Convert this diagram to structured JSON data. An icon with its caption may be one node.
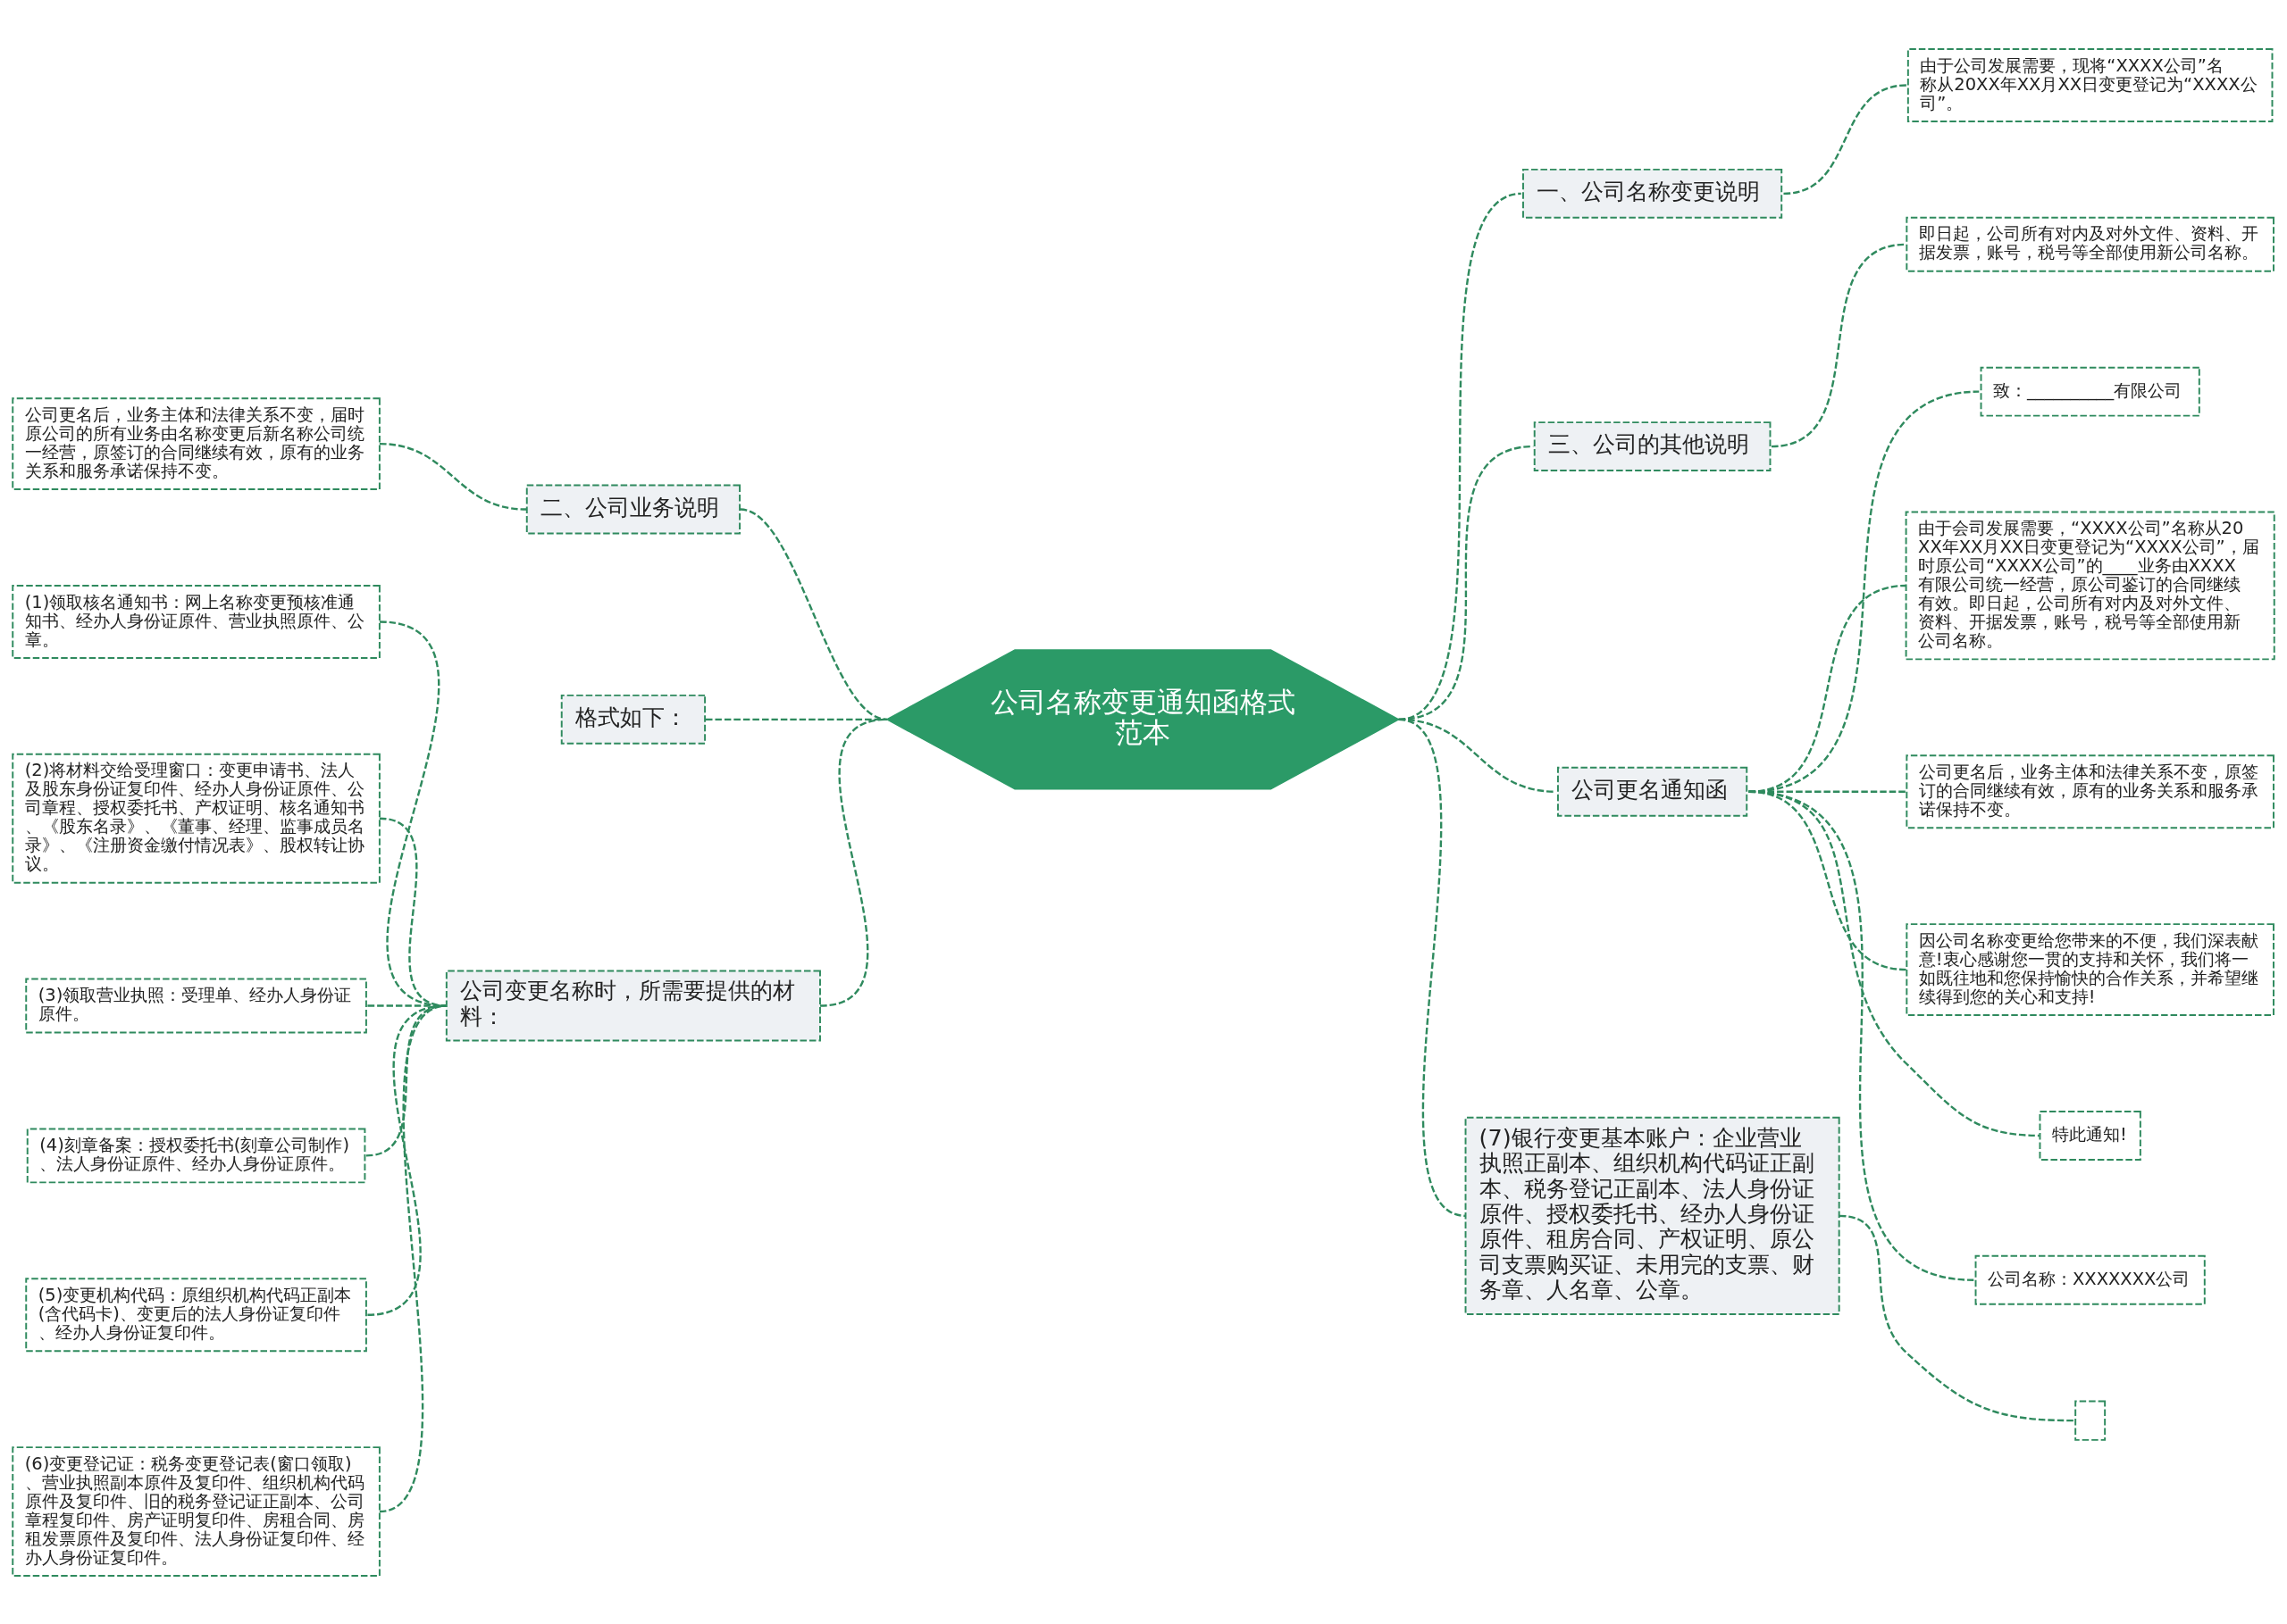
{
  "diagram": {
    "nodes": [
      {
        "text": [
          "公司名称变更通知函格式范本"
        ]
      },
      {
        "text": [
          "一、公司名称变更说明"
        ]
      },
      {
        "text": [
          "由于公司发展需要，现将“XXXX公司”名称从20XX年XX月XX日变更登记为“XXXX公司”。"
        ]
      },
      {
        "text": [
          "三、公司的其他说明"
        ]
      },
      {
        "text": [
          "即日起，公司所有对内及对外文件、资料、开据发票，账号，税号等全部使用新公司名称。"
        ]
      },
      {
        "text": [
          "公司更名通知函"
        ]
      },
      {
        "text": [
          "致：__________有限公司"
        ]
      },
      {
        "text": [
          "由于会司发展需要，“XXXX公司”名称从20XX年XX月XX日变更登记为“XXXX公司”，届时原公司“XXXX公司”的____业务由XXXX有限公司统一经营，原公司鉴订的合同继续有效。即日起，公司所有对内及对外文件、资料、开据发票，账号，税号等全部使用新公司名称。"
        ]
      },
      {
        "text": [
          "公司更名后，业务主体和法律关系不变，原签订的合同继续有效，原有的业务关系和服务承诺保持不变。"
        ]
      },
      {
        "text": [
          "因公司名称变更给您带来的不便，我们深表献意!衷心感谢您一贯的支持和关怀，我们将一如既往地和您保持愉快的合作关系，并希望继续得到您的关心和支持!"
        ]
      },
      {
        "text": [
          "特此通知!"
        ]
      },
      {
        "text": [
          "公司名称：XXXXXXX公司"
        ]
      },
      {
        "text": [
          "(7)银行变更基本账户：企业营业执照正副本、组织机构代码证正副本、税务登记正副本、法人身份证原件、授权委托书、经办人身份证原件、租房合同、产权证明、原公司支票购买证、未用完的支票、财务章、人名章、公章。"
        ]
      },
      {
        "text": [],
        "shape": "box"
      },
      {
        "text": [
          "二、公司业务说明"
        ]
      },
      {
        "text": [
          "公司更名后，业务主体和法律关系不变，届时原公司的所有业务由名称变更后新名称公司统一经营，原签订的合同继续有效，原有的业务关系和服务承诺保持不变。"
        ]
      },
      {
        "text": [
          "格式如下："
        ]
      },
      {
        "text": [
          "公司变更名称时，所需要提供的材料："
        ]
      },
      {
        "text": [
          "(1)领取核名通知书：网上名称变更预核准通知书、经办人身份证原件、营业执照原件、公章。"
        ]
      },
      {
        "text": [
          "(2)将材料交给受理窗口：变更申请书、法人及股东身份证复印件、经办人身份证原件、公司章程、授权委托书、产权证明、核名通知书、《股东名录》、《董事、经理、监事成员名录》、《注册资金缴付情况表》、股权转让协议。"
        ]
      },
      {
        "text": [
          "(3)领取营业执照：受理单、经办人身份证原件。"
        ]
      },
      {
        "text": [
          "(4)刻章备案：授权委托书(刻章公司制作)、法人身份证原件、经办人身份证原件。"
        ]
      },
      {
        "text": [
          "(5)变更机构代码：原组织机构代码正副本(含代码卡)、变更后的法人身份证复印件、经办人身份证复印件。"
        ]
      },
      {
        "text": [
          "(6)变更登记证：税务变更登记表(窗口领取)、营业执照副本原件及复印件、组织机构代码原件及复印件、旧的税务登记证正副本、公司章程复印件、房产证明复印件、房租合同、房租发票原件及复印件、法人身份证复印件、经办人身份证复印件。"
        ]
      }
    ],
    "edges": [
      {
        "from": 0,
        "to": 1,
        "arrow": "none",
        "style": "dashed"
      },
      {
        "from": 1,
        "to": 2,
        "arrow": "none",
        "style": "dashed"
      },
      {
        "from": 0,
        "to": 3,
        "arrow": "none",
        "style": "dashed"
      },
      {
        "from": 3,
        "to": 4,
        "arrow": "none",
        "style": "dashed"
      },
      {
        "from": 0,
        "to": 5,
        "arrow": "none",
        "style": "dashed"
      },
      {
        "from": 5,
        "to": 6,
        "arrow": "none",
        "style": "dashed"
      },
      {
        "from": 5,
        "to": 7,
        "arrow": "none",
        "style": "dashed"
      },
      {
        "from": 5,
        "to": 8,
        "arrow": "none",
        "style": "dashed"
      },
      {
        "from": 5,
        "to": 9,
        "arrow": "none",
        "style": "dashed"
      },
      {
        "from": 5,
        "to": 10,
        "arrow": "none",
        "style": "dashed"
      },
      {
        "from": 5,
        "to": 11,
        "arrow": "none",
        "style": "dashed"
      },
      {
        "from": 0,
        "to": 12,
        "arrow": "none",
        "style": "dashed"
      },
      {
        "from": 12,
        "to": 13,
        "arrow": "none",
        "style": "dashed"
      },
      {
        "from": 0,
        "to": 14,
        "arrow": "none",
        "style": "dashed"
      },
      {
        "from": 14,
        "to": 15,
        "arrow": "none",
        "style": "dashed"
      },
      {
        "from": 0,
        "to": 16,
        "arrow": "none",
        "style": "dashed"
      },
      {
        "from": 0,
        "to": 17,
        "arrow": "none",
        "style": "dashed"
      },
      {
        "from": 17,
        "to": 18,
        "arrow": "none",
        "style": "dashed"
      },
      {
        "from": 17,
        "to": 19,
        "arrow": "none",
        "style": "dashed"
      },
      {
        "from": 17,
        "to": 20,
        "arrow": "none",
        "style": "dashed"
      },
      {
        "from": 17,
        "to": 21,
        "arrow": "none",
        "style": "dashed"
      },
      {
        "from": 17,
        "to": 22,
        "arrow": "none",
        "style": "dashed"
      },
      {
        "from": 17,
        "to": 23,
        "arrow": "none",
        "style": "dashed"
      }
    ]
  }
}
